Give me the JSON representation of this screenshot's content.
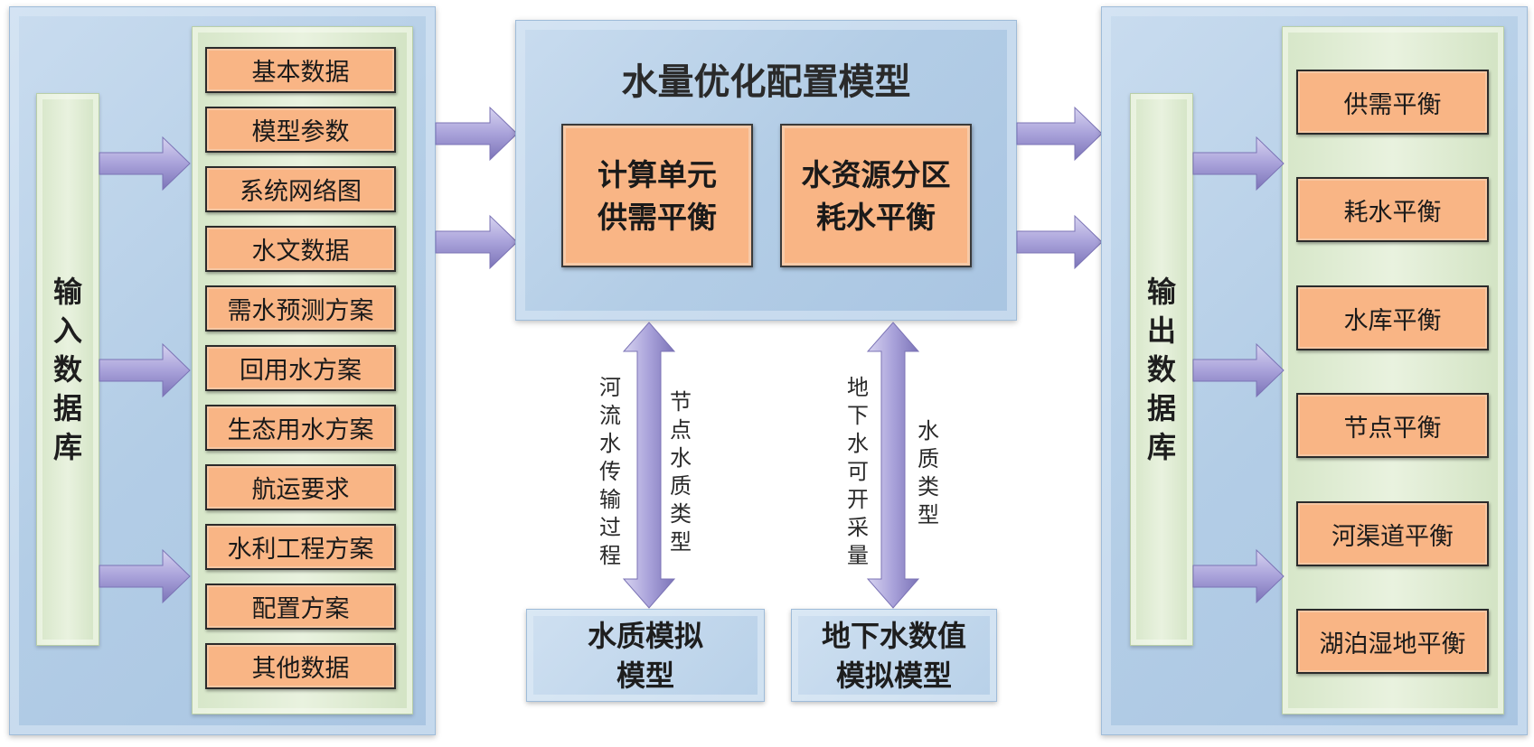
{
  "input_db": {
    "title_chars": [
      "输",
      "入",
      "数",
      "据",
      "库"
    ],
    "items": [
      "基本数据",
      "模型参数",
      "系统网络图",
      "水文数据",
      "需水预测方案",
      "回用水方案",
      "生态用水方案",
      "航运要求",
      "水利工程方案",
      "配置方案",
      "其他数据"
    ]
  },
  "center_model": {
    "title": "水量优化配置模型",
    "box1": {
      "line1": "计算单元",
      "line2": "供需平衡"
    },
    "box2": {
      "line1": "水资源分区",
      "line2": "耗水平衡"
    }
  },
  "links": {
    "left_a_chars": [
      "河",
      "流",
      "水",
      "传",
      "输",
      "过",
      "程"
    ],
    "left_b_chars": [
      "节",
      "点",
      "水",
      "质",
      "类",
      "型"
    ],
    "right_a_chars": [
      "地",
      "下",
      "水",
      "可",
      "开",
      "采",
      "量"
    ],
    "right_b_chars": [
      "水",
      "质",
      "类",
      "型"
    ]
  },
  "water_quality_model": {
    "line1": "水质模拟",
    "line2": "模型"
  },
  "groundwater_model": {
    "line1": "地下水数值",
    "line2": "模拟模型"
  },
  "output_db": {
    "title_chars": [
      "输",
      "出",
      "数",
      "据",
      "库"
    ],
    "items": [
      "供需平衡",
      "耗水平衡",
      "水库平衡",
      "节点平衡",
      "河渠道平衡",
      "湖泊湿地平衡"
    ]
  },
  "colors": {
    "panel_blue": "#b3cde6",
    "item_orange": "#f9b585",
    "column_green": "#e3eed7",
    "arrow_purple": "#a9a3d6"
  }
}
